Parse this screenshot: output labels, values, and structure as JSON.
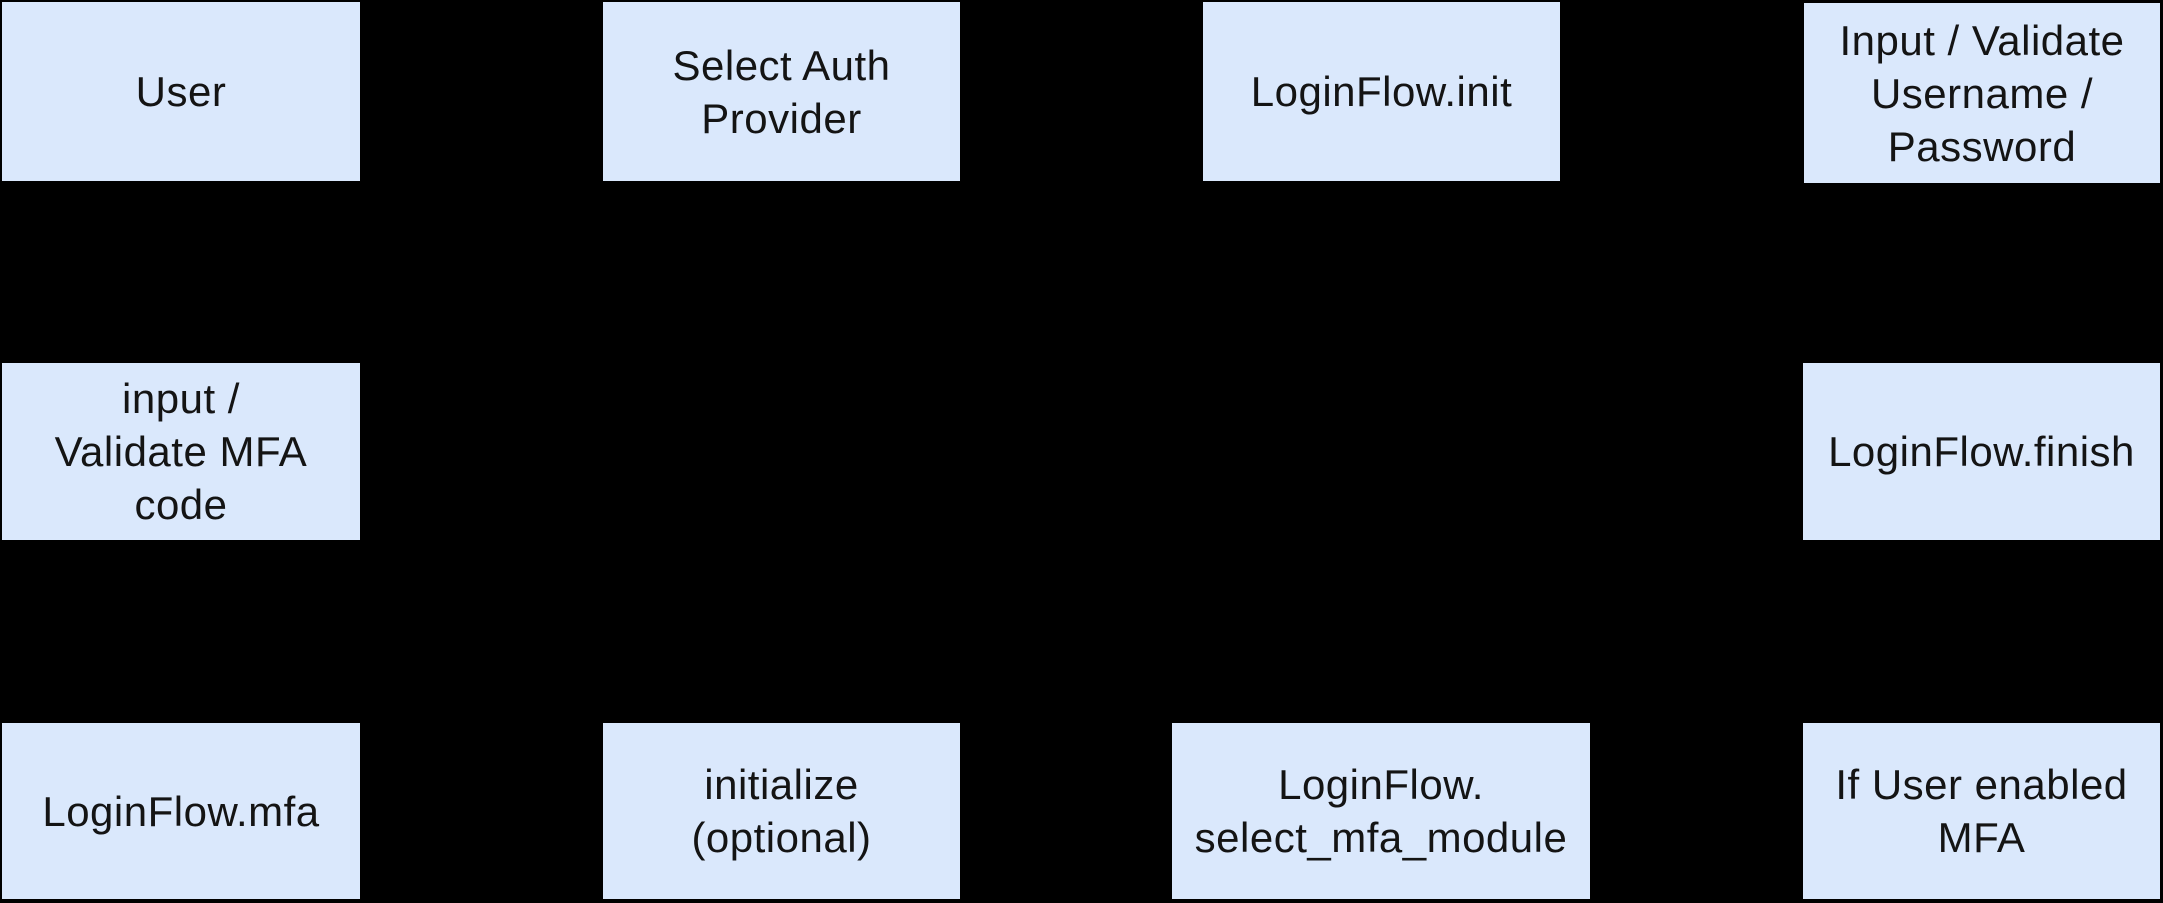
{
  "theme": {
    "background": "#000000",
    "node_fill": "#dae8fc",
    "node_text": "#141414"
  },
  "diagram": {
    "type": "flowchart",
    "nodes": [
      {
        "id": "user",
        "label": "User"
      },
      {
        "id": "select-auth-provider",
        "label": "Select Auth\nProvider"
      },
      {
        "id": "loginflow-init",
        "label": "LoginFlow.init"
      },
      {
        "id": "input-validate-username-password",
        "label": "Input / Validate\nUsername /\nPassword"
      },
      {
        "id": "input-validate-mfa-code",
        "label": "input /\nValidate MFA\ncode"
      },
      {
        "id": "loginflow-finish",
        "label": "LoginFlow.finish"
      },
      {
        "id": "loginflow-mfa",
        "label": "LoginFlow.mfa"
      },
      {
        "id": "initialize-optional",
        "label": "initialize\n(optional)"
      },
      {
        "id": "loginflow-select-mfa-module",
        "label": "LoginFlow.\nselect_mfa_module"
      },
      {
        "id": "if-user-enabled-mfa",
        "label": "If User enabled\nMFA"
      }
    ]
  }
}
